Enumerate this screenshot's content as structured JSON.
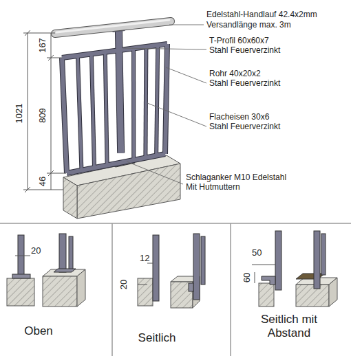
{
  "diagram": {
    "labels": [
      "Edelstahl-Handlauf 42.4x2mm",
      "Versandlänge max. 3m",
      "T-Profil 60x60x7",
      "Stahl Feuerverzinkt",
      "Rohr 40x20x2",
      "Stahl Feuerverzinkt",
      "Flacheisen 30x6",
      "Stahl Feuerverzinkt",
      "Schlaganker M10 Edelstahl",
      "Mit Hutmuttern",
      "1021",
      "167",
      "809",
      "46",
      "20",
      "12",
      "20",
      "50",
      "60",
      "Oben",
      "Seitlich",
      "Seitlich mit Abstand"
    ]
  }
}
